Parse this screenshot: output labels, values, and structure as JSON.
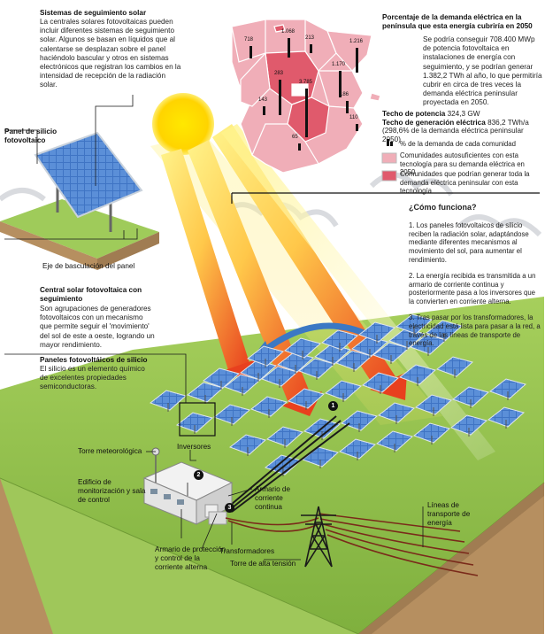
{
  "colors": {
    "ground_top": "#8fbf4a",
    "ground_side": "#b08a5c",
    "panel_blue": "#3f74c4",
    "map_self": "#f0aeb8",
    "map_full": "#e05a6c",
    "beam_yellow": "#fff08a",
    "beam_red": "#e64a24",
    "accent_red": "#cc2a1f"
  },
  "text": {
    "tracking_title": "Sistemas de seguimiento solar",
    "tracking_body": "La centrales solares fotovoltaicas pueden incluir diferentes sistemas de seguimiento solar. Algunos se basan en líquidos que al calentarse se desplazan sobre el panel haciéndolo bascular y otros en sistemas electrónicos que registran los cambios en la intensidad de recepción de la radiación solar.",
    "map_title": "Porcentaje de la demanda eléctrica en la península que esta energía cubriría en 2050",
    "map_body": "Se podría conseguir 708.400 MWp de potencia fotovoltaica en instalaciones de energía con seguimiento, y se podrían generar 1.382,2 TWh al año, lo que permitiría cubrir en circa de tres veces la demanda eléctrica peninsular proyectada en 2050.",
    "power_label": "Techo de potencia",
    "power_value": "324,3 GW",
    "gen_label": "Techo de generación eléctrica",
    "gen_value": "836,2 TWh/a",
    "gen_note": "(298,6% de la demanda eléctrica peninsular 2050)",
    "legend_bar": "% de la demanda de cada comunidad",
    "legend_self": "Comunidades autosuficientes con esta tecnología para su demanda eléctrica en 2050",
    "legend_full": "Comunidades que podrían generar toda la demanda eléctrica peninsular con esta tecnología",
    "panel_silicio": "Panel de silicio fotovoltaico",
    "eje": "Eje de basculación del panel",
    "central_title": "Central solar fotovoltaica con seguimiento",
    "central_body": "Son agrupaciones de generadores fotovoltaicos con un mecanismo que permite seguir el 'movimiento' del sol de este a oeste, logrando un mayor rendimiento.",
    "paneles_title": "Paneles fotovoltáicos de silicio",
    "paneles_body": "El silicio es un elemento químico de excelentes propiedades semiconductoras.",
    "torre_met": "Torre meteorológica",
    "edificio": "Edificio de monitorización y sala de control",
    "inversores": "Inversores",
    "armario_cc": "Armario de corriente continua",
    "armario_ca": "Armario de protección y control de la corriente alterna",
    "transformadores": "Transformadores",
    "torre_alta": "Torre de alta tensión",
    "lineas": "Líneas de transporte de energía",
    "how_title": "¿Cómo funciona?",
    "how_1": "1. Los paneles fotovoltaicos de silicio reciben la radiación solar, adaptándose mediante diferentes mecanismos al movimiento del sol, para aumentar el rendimiento.",
    "how_2": "2. La energía recibida es transmitida a un armario de corriente continua y posteriormente pasa a los inversores que la convierten en corriente alterna.",
    "how_3": "3. Tras pasar por los transformadores, la electricidad está lista para pasar a la red, a través de las líneas de transporte de energía.",
    "step_1": "1",
    "step_2": "2",
    "step_3": "3"
  },
  "map_values": [
    "718",
    "1.068",
    "213",
    "1.216",
    "283",
    "1.170",
    "3.785",
    "143",
    "186",
    "110",
    "65"
  ]
}
